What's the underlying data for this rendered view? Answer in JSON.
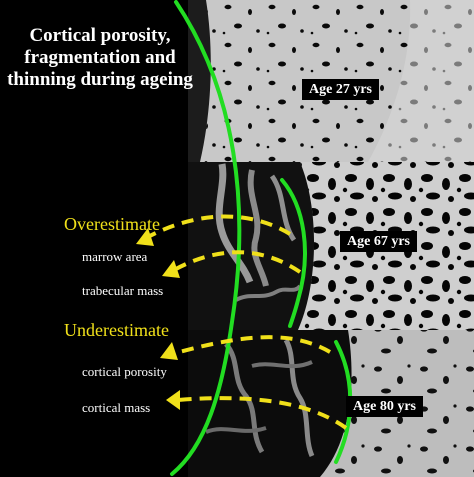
{
  "title_lines": [
    "Cortical porosity,",
    "fragmentation and",
    "thinning during ageing"
  ],
  "panels": [
    {
      "age_label": "Age 27 yrs"
    },
    {
      "age_label": "Age 67 yrs"
    },
    {
      "age_label": "Age 80 yrs"
    }
  ],
  "overestimate": {
    "label": "Overestimate",
    "items": [
      "marrow area",
      "trabecular mass"
    ]
  },
  "underestimate": {
    "label": "Underestimate",
    "items": [
      "cortical porosity",
      "cortical mass"
    ]
  },
  "colors": {
    "background": "#000000",
    "boundary_line": "#22dd22",
    "arrow": "#f0e01a",
    "category_text": "#f0e01a",
    "text": "#ffffff"
  }
}
